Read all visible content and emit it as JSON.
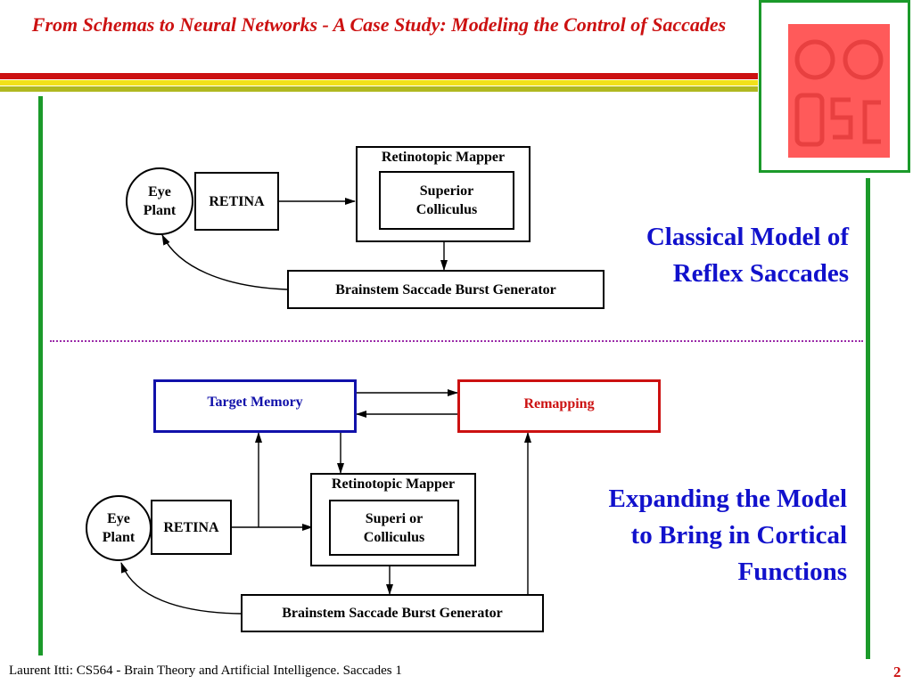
{
  "header": {
    "title": "From Schemas to Neural Networks - A Case Study: Modeling the Control of Saccades"
  },
  "colors": {
    "title": "#cc1111",
    "accent_green": "#1b9a2a",
    "side_text": "#1111cc",
    "target_memory": "#1111aa",
    "remapping": "#cc1111",
    "logo": "#ff5a5a",
    "divider": "#9a2aa8"
  },
  "logo": {
    "icon": "usc-logo-icon"
  },
  "diagram1": {
    "eye_plant": "Eye Plant",
    "retina": "RETINA",
    "retinotopic_mapper": "Retinotopic Mapper",
    "superior_colliculus": "Superior Colliculus",
    "brainstem": "Brainstem Saccade Burst Generator",
    "caption": "Classical Model of Reflex Saccades"
  },
  "diagram2": {
    "target_memory": "Target Memory",
    "remapping": "Remapping",
    "eye_plant": "Eye Plant",
    "retina": "RETINA",
    "retinotopic_mapper": "Retinotopic Mapper",
    "superior_colliculus": "Superi or Colliculus",
    "brainstem": "Brainstem Saccade Burst Generator",
    "caption": "Expanding the Model to Bring in Cortical Functions"
  },
  "footer": {
    "text": "Laurent Itti: CS564 - Brain Theory and Artificial Intelligence. Saccades 1",
    "page": "2"
  }
}
